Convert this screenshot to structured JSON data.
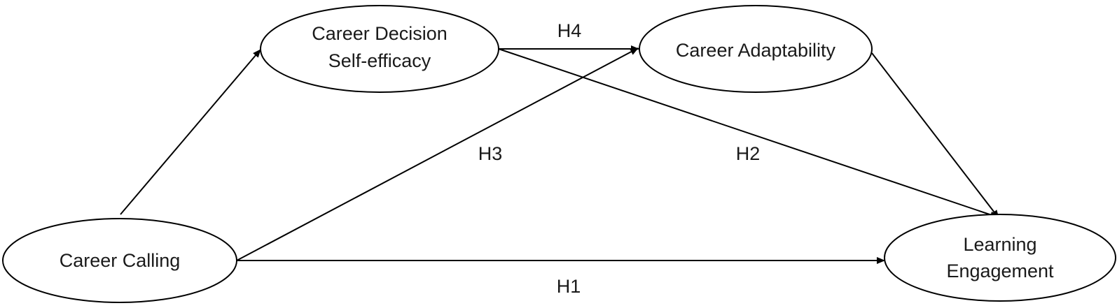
{
  "nodes": {
    "career_calling": {
      "label": "Career Calling"
    },
    "career_decision_self_efficacy": {
      "line1": "Career Decision",
      "line2": "Self-efficacy"
    },
    "career_adaptability": {
      "label": "Career Adaptability"
    },
    "learning_engagement": {
      "line1": "Learning",
      "line2": "Engagement"
    }
  },
  "hypotheses": {
    "h1": "H1",
    "h2": "H2",
    "h3": "H3",
    "h4": "H4"
  },
  "colors": {
    "stroke": "#000000",
    "text": "#1a1a1a",
    "background": "#ffffff"
  }
}
